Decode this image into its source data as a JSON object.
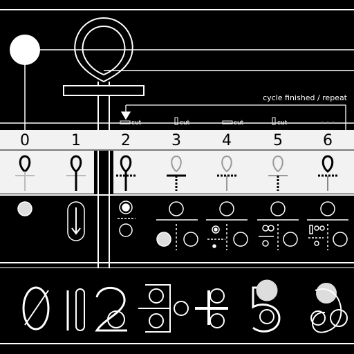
{
  "cycle_label": "cycle finished / repeat",
  "columns": [
    {
      "numeral": "0",
      "cut_label": ""
    },
    {
      "numeral": "1",
      "cut_label": ""
    },
    {
      "numeral": "2",
      "cut_label": "cut"
    },
    {
      "numeral": "3",
      "cut_label": "cut"
    },
    {
      "numeral": "4",
      "cut_label": "cut"
    },
    {
      "numeral": "5",
      "cut_label": "cut"
    },
    {
      "numeral": "6",
      "cut_label": ""
    }
  ],
  "colors": {
    "background": "#000000",
    "band": "#f2f2f2",
    "ink": "#ffffff",
    "dark_ink": "#000000"
  }
}
